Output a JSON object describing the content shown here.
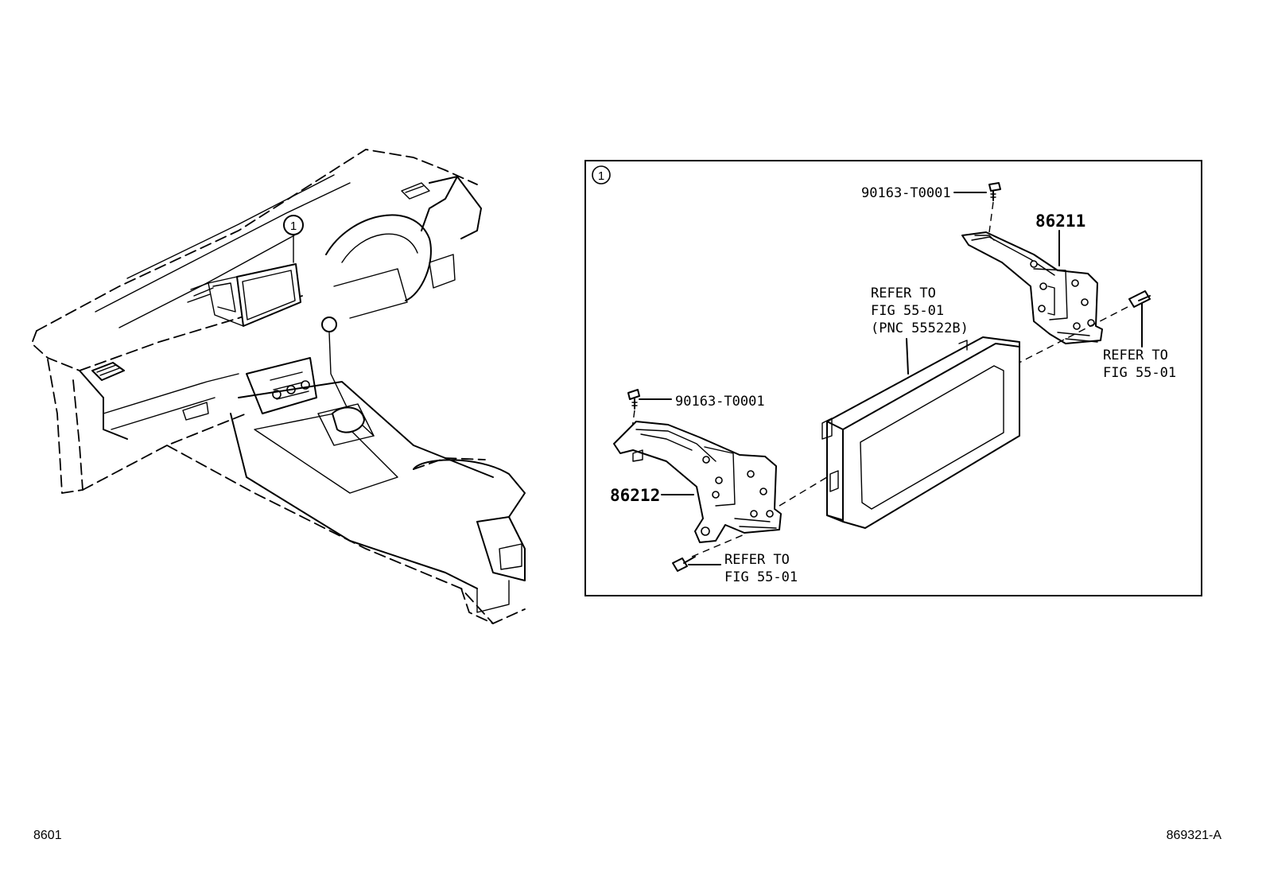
{
  "callout": "1",
  "labels": {
    "bolt_top": "90163-T0001",
    "bolt_left": "90163-T0001",
    "bracket_right": "86211",
    "bracket_left": "86212",
    "display_refer": [
      "REFER TO",
      "FIG 55-01",
      "(PNC 55522B)"
    ],
    "screw_right_refer": [
      "REFER TO",
      "FIG 55-01"
    ],
    "screw_bottom_refer": [
      "REFER TO",
      "FIG 55-01"
    ]
  },
  "footer": {
    "left_code": "8601",
    "right_code": "869321-A"
  }
}
